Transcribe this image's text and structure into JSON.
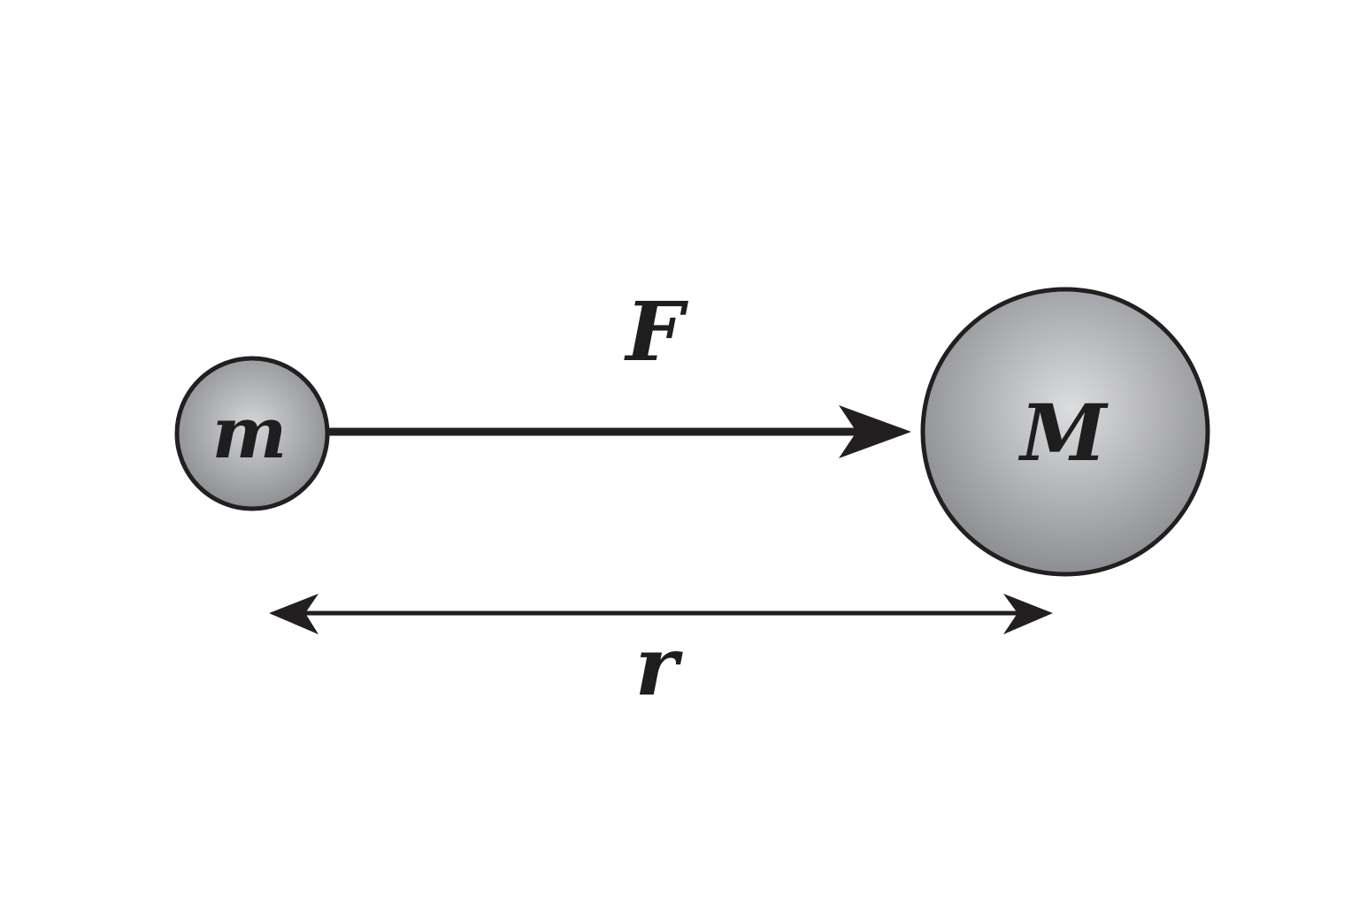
{
  "diagram": {
    "small_mass_label": "m",
    "large_mass_label": "M",
    "force_label": "F",
    "distance_label": "r"
  },
  "colors": {
    "stroke": "#231f20",
    "sphere_highlight": "#d9dadc",
    "sphere_shadow": "#8f9094",
    "background": "#ffffff"
  }
}
